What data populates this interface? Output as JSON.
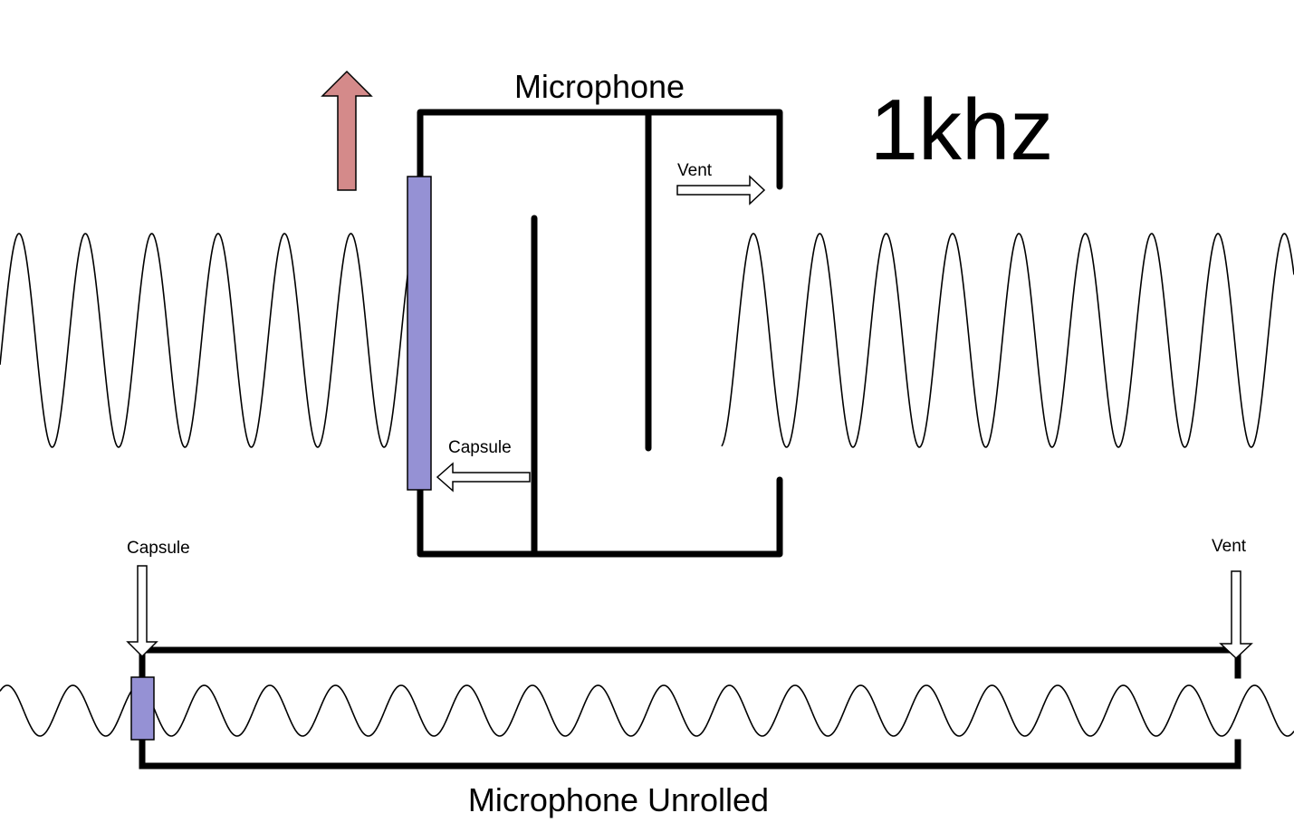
{
  "labels": {
    "microphone": "Microphone",
    "frequency": "1khz",
    "vent_top": "Vent",
    "capsule_top": "Capsule",
    "capsule_bottom": "Capsule",
    "vent_bottom": "Vent",
    "unrolled": "Microphone Unrolled"
  },
  "colors": {
    "capsule_fill": "#9591d4",
    "up_arrow_fill": "#d48a8a",
    "line": "#000000",
    "background": "#ffffff"
  }
}
